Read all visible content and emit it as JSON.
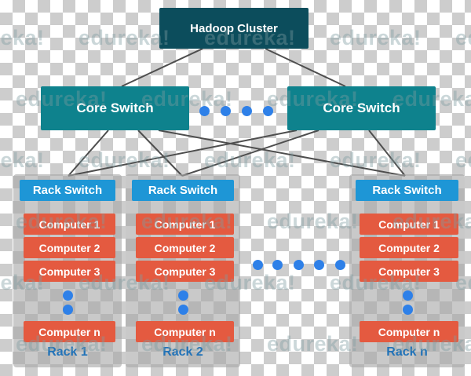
{
  "nodes": {
    "hadoop": "Hadoop Cluster",
    "core_switches": [
      "Core Switch",
      "Core Switch"
    ]
  },
  "racks": [
    {
      "switch": "Rack Switch",
      "computers": [
        "Computer 1",
        "Computer 2",
        "Computer 3"
      ],
      "last_computer": "Computer n",
      "label": "Rack 1"
    },
    {
      "switch": "Rack Switch",
      "computers": [
        "Computer 1",
        "Computer 2",
        "Computer 3"
      ],
      "last_computer": "Computer n",
      "label": "Rack 2"
    },
    {
      "switch": "Rack Switch",
      "computers": [
        "Computer 1",
        "Computer 2",
        "Computer 3"
      ],
      "last_computer": "Computer n",
      "label": "Rack n"
    }
  ],
  "watermark": "edureka!",
  "colors": {
    "hadoop_node": "#0c4d5c",
    "core_switch": "#0e828d",
    "rack_switch": "#1e96d6",
    "computer": "#e45a40",
    "rack_label_text": "#2273b8",
    "ellipsis_dot": "#2e80e8",
    "connector_line": "#4e4e4e",
    "checker_light": "#ffffff",
    "checker_dark": "#cdcdcd"
  }
}
